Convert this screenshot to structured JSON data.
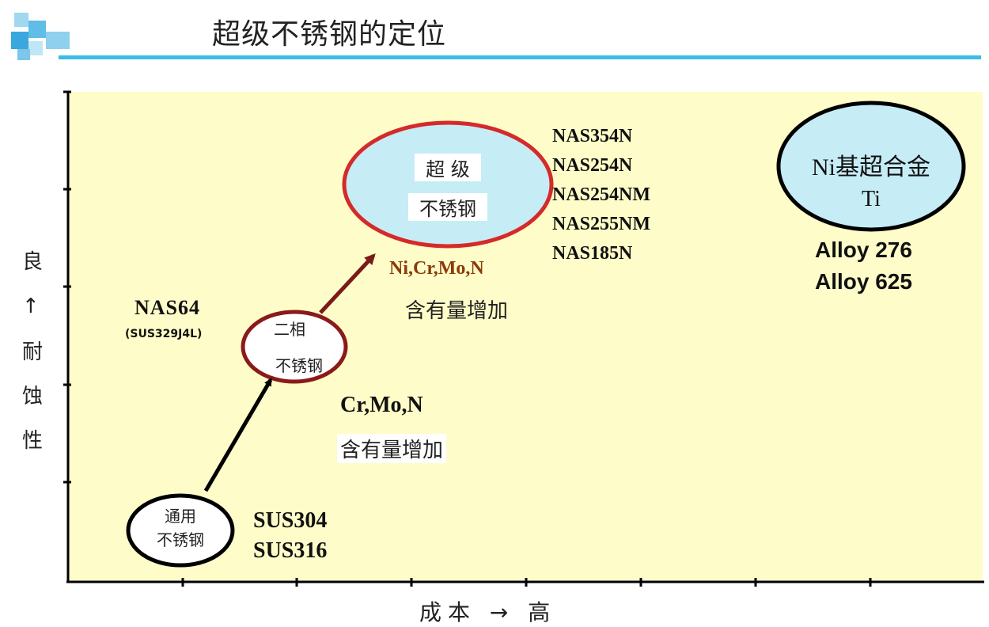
{
  "slide": {
    "title": "超级不锈钢的定位"
  },
  "axes": {
    "y_label_chars": [
      "良",
      "↑",
      "耐",
      "蚀",
      "性"
    ],
    "x_label": "成本 → 高"
  },
  "groups": {
    "general": {
      "line1": "通用",
      "line2": "不锈钢",
      "grades": [
        "SUS304",
        "SUS316"
      ]
    },
    "duplex": {
      "line1": "二相",
      "line2": "不锈钢",
      "grade": "NAS64",
      "grade_note": "(SUS329J4L)",
      "elements": "Cr,Mo,N",
      "increase": "含有量增加"
    },
    "super": {
      "line1": "超 级",
      "line2": "不锈钢",
      "elements": "Ni,Cr,Mo,N",
      "increase": "含有量增加",
      "grades": [
        "NAS354N",
        "NAS254N",
        "NAS254NM",
        "NAS255NM",
        "NAS185N"
      ]
    },
    "nickel": {
      "line1": "Ni基超合金",
      "line2": "Ti",
      "grades": [
        "Alloy 276",
        "Alloy 625"
      ]
    }
  },
  "colors": {
    "background": "#fefcc8",
    "title_rule": "#3bbde6",
    "super_ellipse_fill": "#c6ecf6",
    "super_ellipse_stroke": "#d42a2a",
    "duplex_ellipse_stroke": "#8b1a1a",
    "arrow_upper": "#7a1a1a",
    "elements_upper": "#8b3a0a"
  }
}
